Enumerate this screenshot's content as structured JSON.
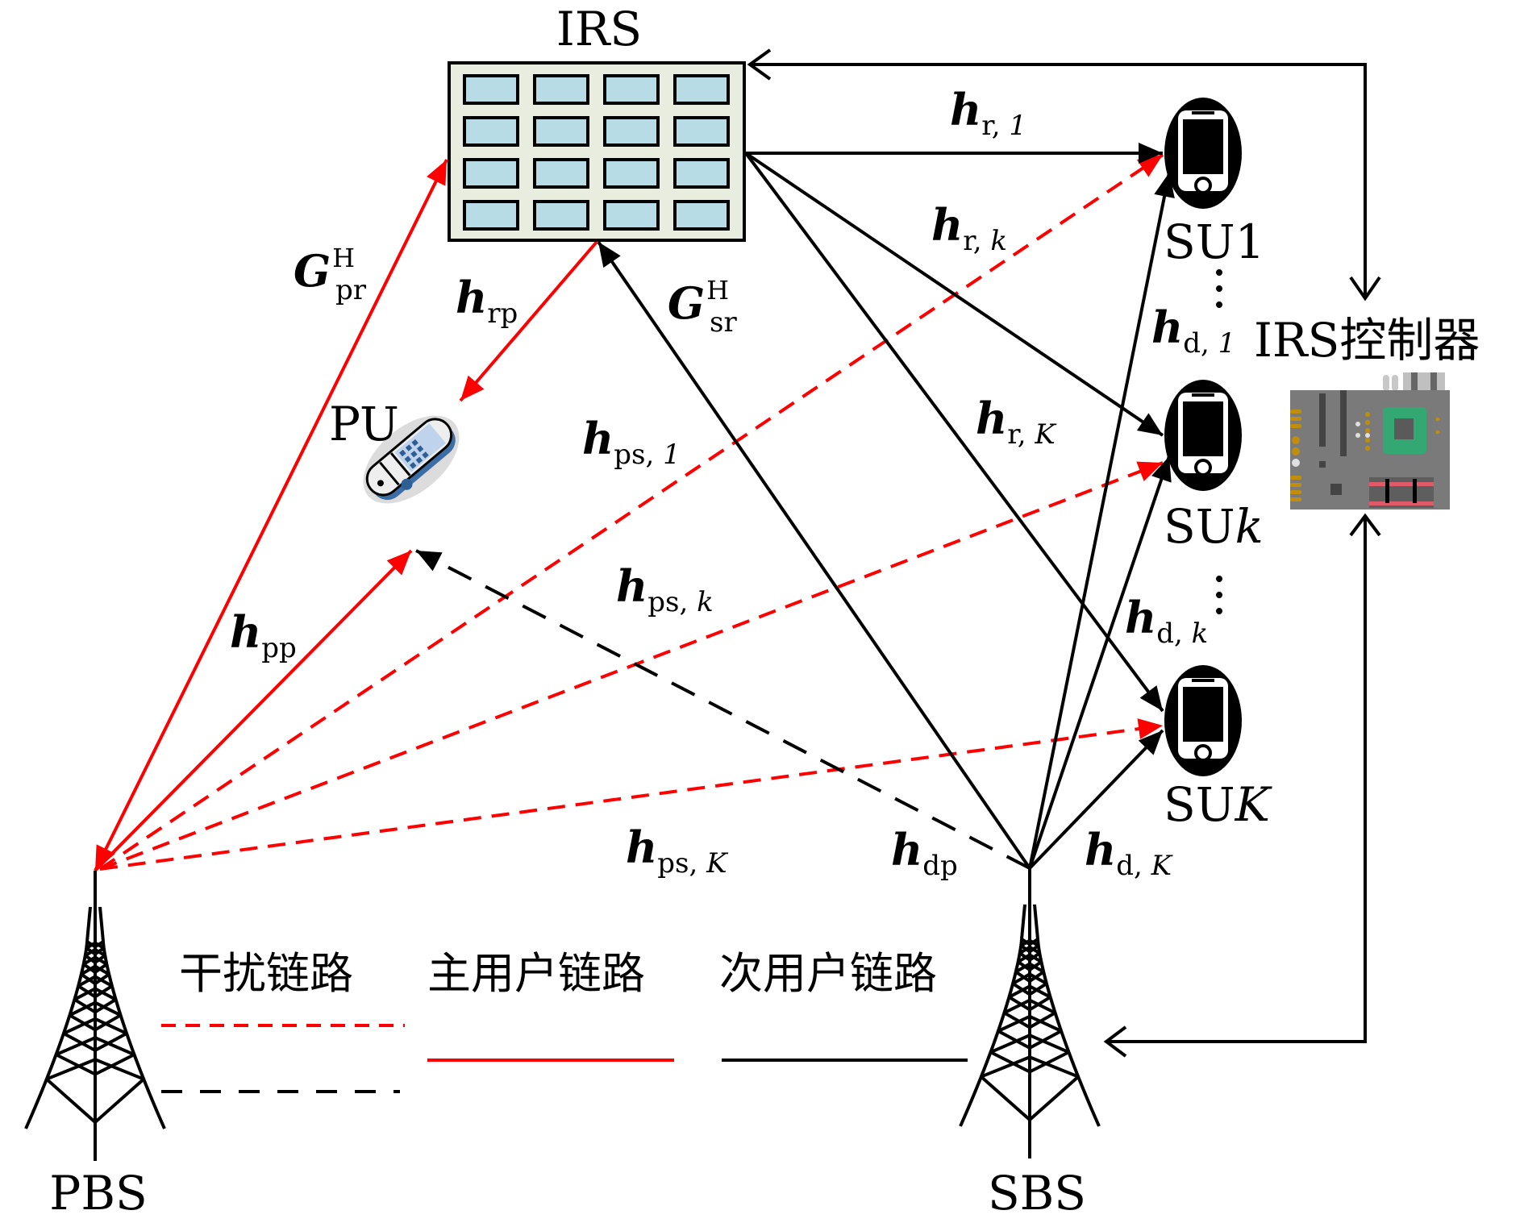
{
  "colors": {
    "interference": "#FF0000",
    "primary": "#FF0000",
    "secondary": "#000000",
    "irs_fill": "#E8EDDF",
    "irs_cell": "#B7DCE6",
    "board": "#7A7A7A",
    "board_chip": "#34A872",
    "board_pad": "#C08E0C",
    "board_stripe": "#E05A6A"
  },
  "nodes": {
    "irs": "IRS",
    "pu": "PU",
    "pbs": "PBS",
    "sbs": "SBS",
    "su1": {
      "prefix": "SU",
      "index": "1"
    },
    "suk": {
      "prefix": "SU",
      "index": "k"
    },
    "suK": {
      "prefix": "SU",
      "index": "K"
    },
    "controller": "IRS控制器",
    "ellipsis": "⋮"
  },
  "channels": {
    "G_pr": {
      "sym": "G",
      "sub": "pr",
      "sup": "H",
      "type": "primary"
    },
    "h_rp": {
      "sym": "h",
      "sub": "rp",
      "type": "primary"
    },
    "G_sr": {
      "sym": "G",
      "sub": "sr",
      "sup": "H",
      "type": "secondary"
    },
    "h_pp": {
      "sym": "h",
      "sub": "pp",
      "type": "primary"
    },
    "h_r1": {
      "sym": "h",
      "sub": "r, ",
      "subi": "1",
      "type": "secondary"
    },
    "h_rk": {
      "sym": "h",
      "sub": "r, ",
      "subi": "k",
      "type": "secondary"
    },
    "h_rK": {
      "sym": "h",
      "sub": "r, ",
      "subi": "K",
      "type": "secondary"
    },
    "h_d1": {
      "sym": "h",
      "sub": "d, ",
      "subi": "1",
      "type": "secondary"
    },
    "h_dk": {
      "sym": "h",
      "sub": "d, ",
      "subi": "k",
      "type": "secondary"
    },
    "h_dK": {
      "sym": "h",
      "sub": "d, ",
      "subi": "K",
      "type": "secondary"
    },
    "h_ps1": {
      "sym": "h",
      "sub": "ps, ",
      "subi": "1",
      "type": "interference"
    },
    "h_psk": {
      "sym": "h",
      "sub": "ps, ",
      "subi": "k",
      "type": "interference"
    },
    "h_psK": {
      "sym": "h",
      "sub": "ps, ",
      "subi": "K",
      "type": "interference"
    },
    "h_dp": {
      "sym": "h",
      "sub": "dp",
      "type": "interference"
    }
  },
  "legend": {
    "interference": "干扰链路",
    "primary": "主用户链路",
    "secondary": "次用户链路"
  }
}
